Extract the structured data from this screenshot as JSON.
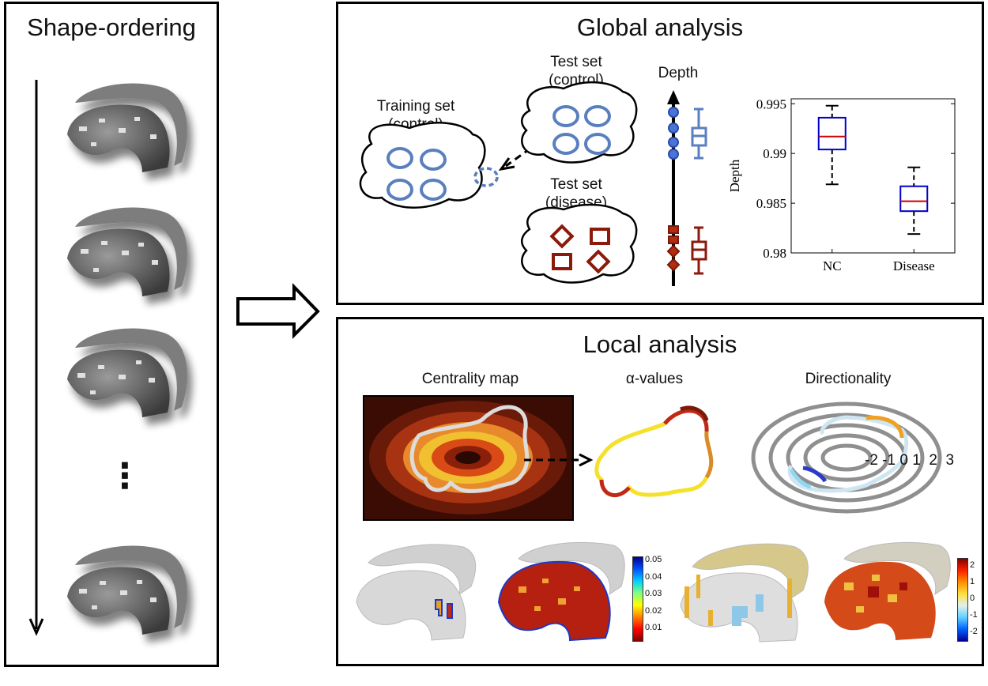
{
  "left_panel": {
    "title": "Shape-ordering",
    "ellipsis": "⋮"
  },
  "global_panel": {
    "title": "Global analysis",
    "training_label_line1": "Training set",
    "training_label_line2": "(control)",
    "test_control_line1": "Test set",
    "test_control_line2": "(control)",
    "test_disease_line1": "Test set",
    "test_disease_line2": "(disease)",
    "depth_label": "Depth"
  },
  "local_panel": {
    "title": "Local analysis",
    "centrality_label": "Centrality map",
    "alpha_label": "α-values",
    "direction_label": "Directionality",
    "direction_scale": "-2 -1 0 1  2  3",
    "colorbar_left_ticks": [
      "0.05",
      "0.04",
      "0.03",
      "0.02",
      "0.01"
    ],
    "colorbar_right_ticks": [
      "2",
      "1",
      "0",
      "-1",
      "-2"
    ]
  },
  "colors": {
    "control": "#5a7fbf",
    "disease": "#8b1a0a",
    "box_blue": "#0000cc",
    "median_red": "#cc0000"
  },
  "chart_data": {
    "type": "box",
    "categories": [
      "NC",
      "Disease"
    ],
    "ylabel": "Depth",
    "ylim": [
      0.98,
      0.9955
    ],
    "yticks": [
      "0.995",
      "0.99",
      "0.985",
      "0.98"
    ],
    "boxes": [
      {
        "name": "NC",
        "min": 0.9869,
        "q1": 0.9904,
        "median": 0.9917,
        "q3": 0.9936,
        "max": 0.9948
      },
      {
        "name": "Disease",
        "min": 0.9819,
        "q1": 0.9842,
        "median": 0.9852,
        "q3": 0.9867,
        "max": 0.9886
      }
    ]
  }
}
